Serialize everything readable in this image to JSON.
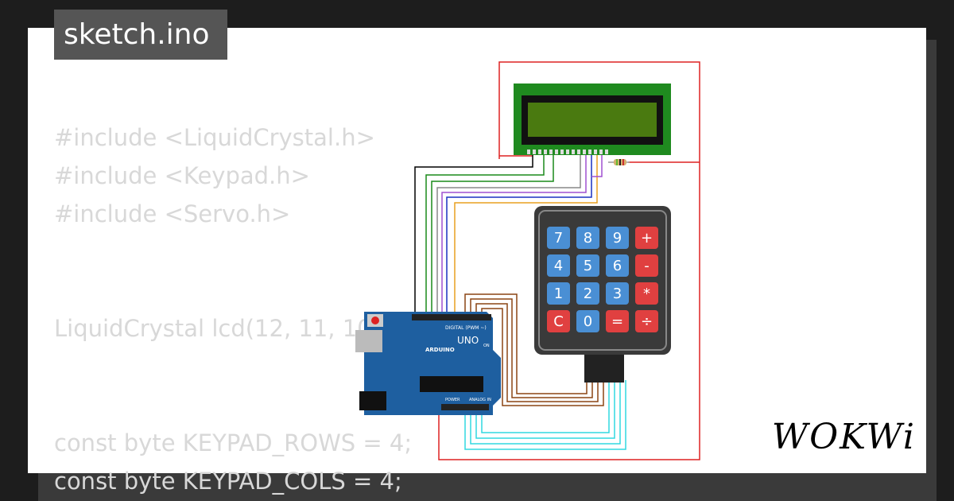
{
  "file_title": "sketch.ino",
  "code_lines": [
    "#include <LiquidCrystal.h>",
    "#include <Keypad.h>",
    "#include <Servo.h>",
    "",
    "",
    "LiquidCrystal lcd(12, 11, 10",
    "",
    "",
    "const byte KEYPAD_ROWS = 4;",
    "const byte KEYPAD_COLS = 4;"
  ],
  "arduino": {
    "board_text": "UNO",
    "brand_text": "ARDUINO",
    "digital_label": "DIGITAL (PWM ~)",
    "power_label": "POWER",
    "analog_label": "ANALOG IN",
    "on_label": "ON"
  },
  "keypad_keys": [
    [
      "7",
      "8",
      "9",
      "+"
    ],
    [
      "4",
      "5",
      "6",
      "-"
    ],
    [
      "1",
      "2",
      "3",
      "*"
    ],
    [
      "C",
      "0",
      "=",
      "÷"
    ]
  ],
  "brand": "WOKWi",
  "colors": {
    "lcd_green": "#1f8a1f",
    "lcd_screen": "#4a7a10",
    "wire_red": "#d22",
    "board_blue": "#1e5fa0",
    "key_blue": "#4a8fd4",
    "key_red": "#e04040"
  }
}
